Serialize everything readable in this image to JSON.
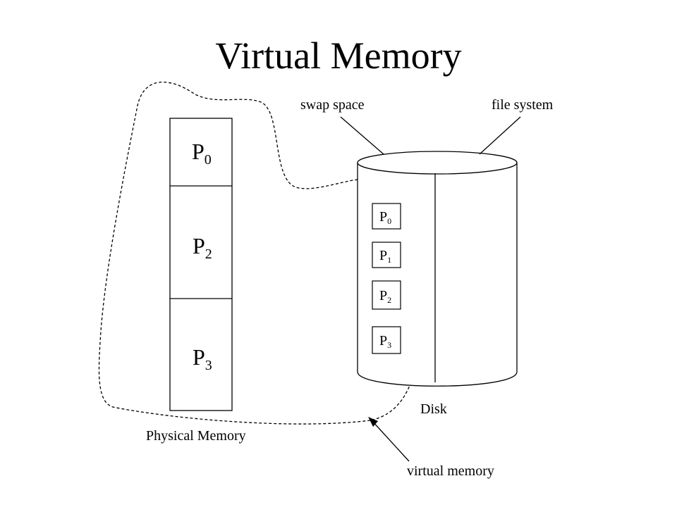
{
  "title": "Virtual Memory",
  "labels": {
    "swap_space": "swap space",
    "file_system": "file system",
    "disk": "Disk",
    "physical_memory": "Physical Memory",
    "virtual_memory": "virtual memory"
  },
  "physical_memory_pages": [
    {
      "base": "P",
      "sub": "0"
    },
    {
      "base": "P",
      "sub": "2"
    },
    {
      "base": "P",
      "sub": "3"
    }
  ],
  "disk_pages": [
    {
      "base": "P",
      "sub": "0"
    },
    {
      "base": "P",
      "sub": "1"
    },
    {
      "base": "P",
      "sub": "2"
    },
    {
      "base": "P",
      "sub": "3"
    }
  ]
}
